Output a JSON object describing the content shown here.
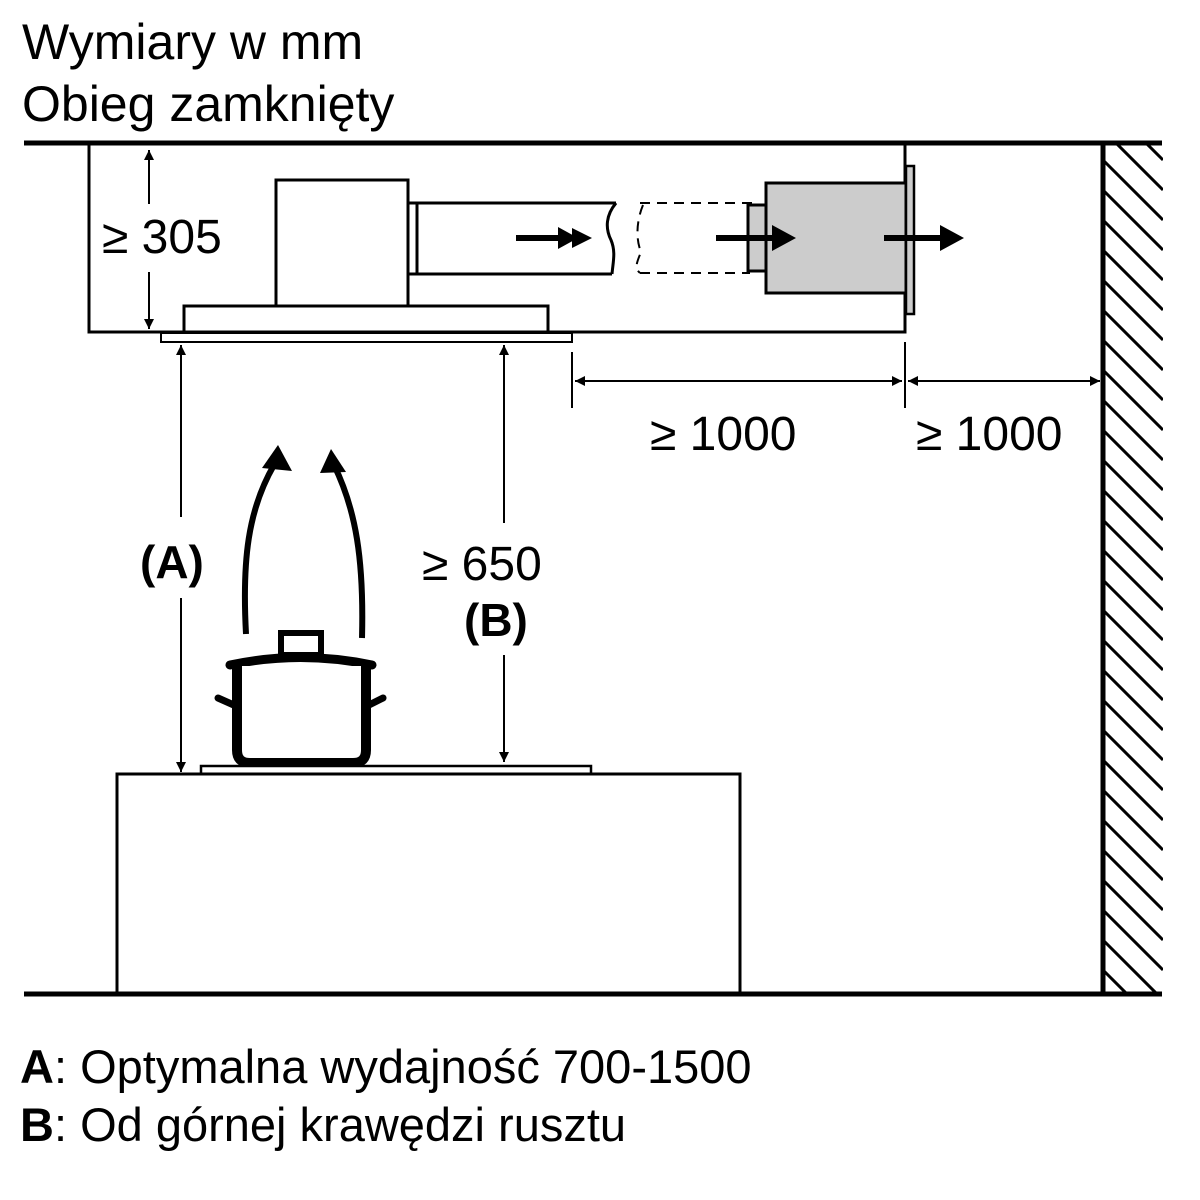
{
  "header": {
    "units_title": "Wymiary w mm",
    "mode_title": "Obieg zamknięty"
  },
  "dimensions": {
    "hood_height": "≥ 305",
    "distance_1": "≥ 1000",
    "distance_2": "≥ 1000",
    "height_b": "≥ 650",
    "label_a": "(A)",
    "label_b": "(B)"
  },
  "legend": {
    "items": [
      {
        "key": "A",
        "sep": ":",
        "text": " Optymalna wydajność 700-1500"
      },
      {
        "key": "B",
        "sep": ":",
        "text": " Od górnej krawędzi rusztu"
      }
    ]
  },
  "colors": {
    "line": "#000000",
    "filter_fill": "#cccccc",
    "background": "#ffffff"
  },
  "icons": [
    "airflow-arrow-icon",
    "cooking-pot-icon",
    "steam-arrow-icon",
    "wall-hatch-icon"
  ]
}
